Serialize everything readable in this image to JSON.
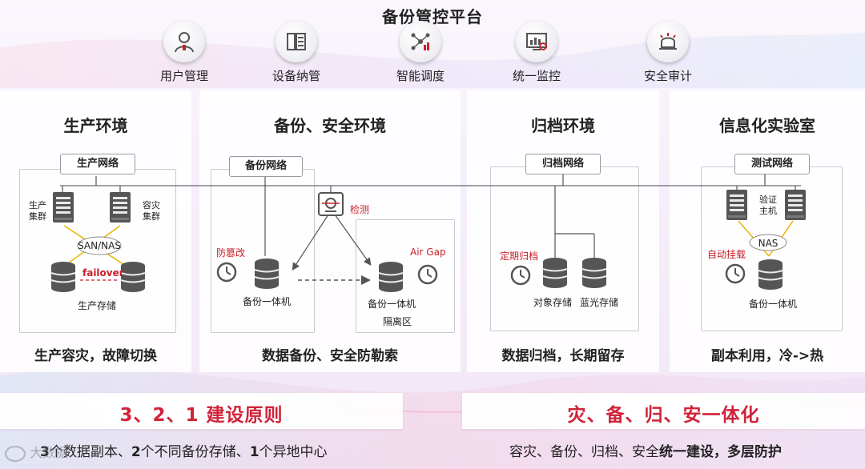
{
  "platform": {
    "title": "备份管控平台",
    "functions": [
      {
        "label": "用户管理",
        "icon": "user-icon"
      },
      {
        "label": "设备纳管",
        "icon": "server-rack-icon"
      },
      {
        "label": "智能调度",
        "icon": "network-schedule-icon"
      },
      {
        "label": "统一监控",
        "icon": "monitor-chart-icon"
      },
      {
        "label": "安全审计",
        "icon": "alarm-bell-icon"
      }
    ]
  },
  "panels": {
    "production": {
      "title": "生产环境",
      "network": "生产网络",
      "server_left": "生产\n集群",
      "server_right": "容灾\n集群",
      "san": "SAN/NAS",
      "failover": "failover",
      "storage": "生产存储",
      "footer": "生产容灾，故障切换"
    },
    "backup": {
      "title": "备份、安全环境",
      "network": "备份网络",
      "detect": "检测",
      "tamper": "防篡改",
      "airgap": "Air Gap",
      "appliance1": "备份一体机",
      "appliance2": "备份一体机",
      "isolation": "隔离区",
      "footer": "数据备份、安全防勒索"
    },
    "archive": {
      "title": "归档环境",
      "network": "归档网络",
      "schedule": "定期归档",
      "object": "对象存储",
      "bluray": "蓝光存储",
      "footer": "数据归档，长期留存"
    },
    "lab": {
      "title": "信息化实验室",
      "network": "测试网络",
      "verify": "验证\n主机",
      "nas": "NAS",
      "mount": "自动挂载",
      "appliance": "备份一体机",
      "footer": "副本利用，冷->热"
    }
  },
  "bottom": {
    "left_title": "3、2、1 建设原则",
    "left_sub": [
      "3",
      "个数据副本、",
      "2",
      "个不同备份存储、",
      "1",
      "个异地中心"
    ],
    "right_title": "灾、备、归、安一体化",
    "right_sub": [
      "容灾、备份、归档、安全",
      "统一建设，多层防护"
    ],
    "watermark": "大数据"
  },
  "colors": {
    "accent_red": "#c8202a",
    "title_red": "#d0233a",
    "line_gray": "#555555",
    "airgap_yellow": "#e8b400"
  }
}
